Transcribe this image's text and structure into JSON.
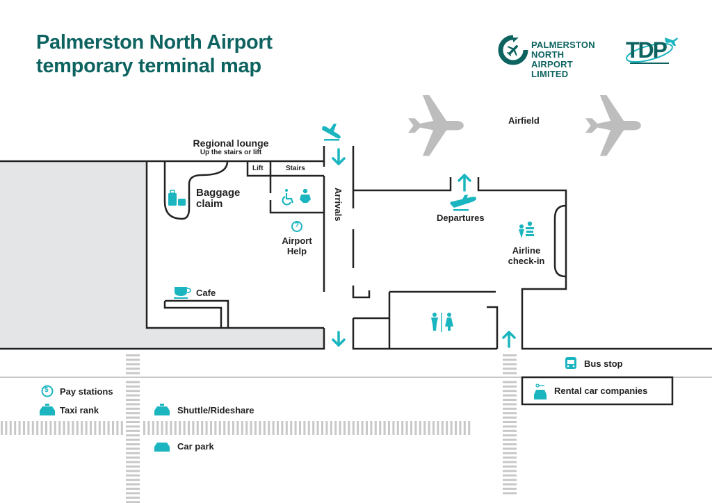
{
  "header": {
    "title_line1": "Palmerston North Airport",
    "title_line2": "temporary terminal map"
  },
  "logos": {
    "airport_logo_line1": "PALMERSTON NORTH",
    "airport_logo_line2": "AIRPORT LIMITED",
    "tdp_logo": "TDP"
  },
  "colors": {
    "brand": "#0d6360",
    "accent": "#1ab5bf",
    "wall": "#222222",
    "shade": "#e4e5e7",
    "stripe": "#c8c8c8",
    "plane": "#bdbdbd"
  },
  "map": {
    "airfield": "Airfield",
    "regional_lounge": "Regional lounge",
    "regional_lounge_note": "Up the stairs or lift",
    "lift": "Lift",
    "stairs": "Stairs",
    "baggage_claim_line1": "Baggage",
    "baggage_claim_line2": "claim",
    "arrivals": "Arrivals",
    "airport_help_line1": "Airport",
    "airport_help_line2": "Help",
    "departures": "Departures",
    "airline_checkin_line1": "Airline",
    "airline_checkin_line2": "check-in",
    "cafe": "Cafe",
    "bus_stop": "Bus stop",
    "rental_car": "Rental car companies",
    "pay_stations": "Pay stations",
    "taxi_rank": "Taxi rank",
    "shuttle": "Shuttle/Rideshare",
    "car_park": "Car park"
  },
  "icons": {
    "arrivals": "plane-landing-icon",
    "departures": "plane-takeoff-icon",
    "accessible": "wheelchair-icon",
    "baby_change": "baby-change-icon",
    "help": "question-circle-icon",
    "checkin": "checkin-desk-icon",
    "toilets": "toilets-icon",
    "cafe": "coffee-cup-icon",
    "baggage": "luggage-icon",
    "bus": "bus-icon",
    "rental": "rental-car-key-icon",
    "pay": "dollar-circle-icon",
    "taxi": "taxi-icon",
    "car": "car-icon"
  }
}
